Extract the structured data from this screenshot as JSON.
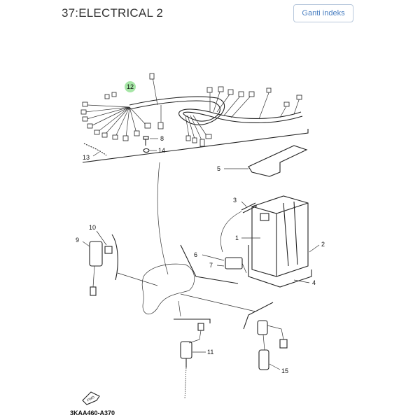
{
  "header": {
    "title": "37:ELECTRICAL 2",
    "change_index_button": "Ganti indeks"
  },
  "diagram": {
    "highlight_color": "#90e090",
    "highlighted_part": "12",
    "part_labels": {
      "p1": "1",
      "p2": "2",
      "p3": "3",
      "p4": "4",
      "p5": "5",
      "p6": "6",
      "p7": "7",
      "p8": "8",
      "p9": "9",
      "p10": "10",
      "p11": "11",
      "p12": "12",
      "p13": "13",
      "p14": "14",
      "p15": "15"
    },
    "fwd_label": "FWD",
    "drawing_code": "3KAA460-A370"
  }
}
